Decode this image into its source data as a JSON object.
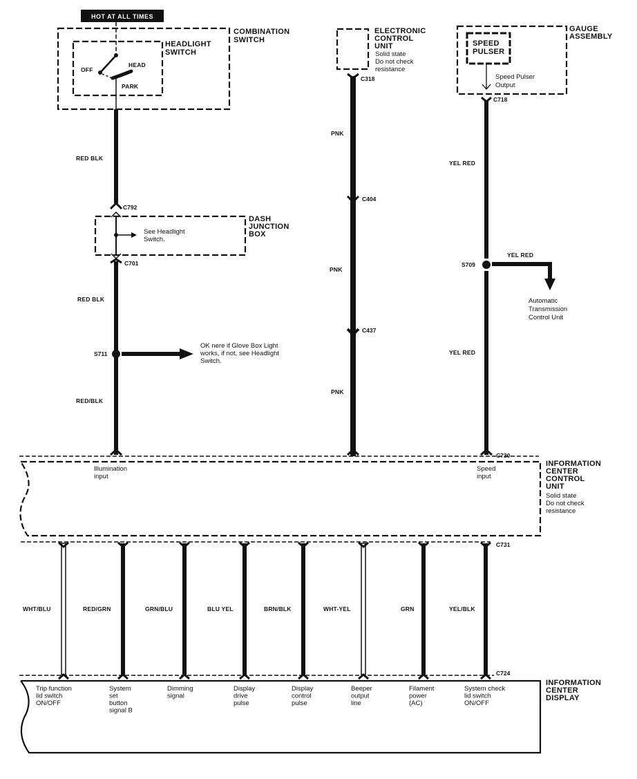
{
  "title_banner": "HOT AT ALL TIMES",
  "components": {
    "combination_switch": {
      "name_line1": "COMBINATION",
      "name_line2": "SWITCH"
    },
    "headlight_switch": {
      "name_line1": "HEADLIGHT",
      "name_line2": "SWITCH",
      "pos_off": "OFF",
      "pos_head": "HEAD",
      "pos_park": "PARK"
    },
    "ecu": {
      "name_line1": "ELECTRONIC",
      "name_line2": "CONTROL",
      "name_line3": "UNIT",
      "note1": "Solid state",
      "note2": "Do not check",
      "note3": "resistance"
    },
    "gauge_assembly": {
      "name_line1": "GAUGE",
      "name_line2": "ASSEMBLY"
    },
    "speed_pulser": {
      "name_line1": "SPEED",
      "name_line2": "PULSER",
      "out1": "Speed Pulser",
      "out2": "Output"
    },
    "dash_junction_box": {
      "name_line1": "DASH",
      "name_line2": "JUNCTION",
      "name_line3": "BOX",
      "note1": "See Headlight",
      "note2": "Switch."
    },
    "info_center_control_unit": {
      "name_line1": "INFORMATION",
      "name_line2": "CENTER",
      "name_line3": "CONTROL",
      "name_line4": "UNIT",
      "note1": "Solid state",
      "note2": "Do not check",
      "note3": "resistance",
      "input_illum1": "Illumination",
      "input_illum2": "input",
      "input_speed1": "Speed",
      "input_speed2": "input"
    },
    "info_center_display": {
      "name_line1": "INFORMATION",
      "name_line2": "CENTER",
      "name_line3": "DISPLAY"
    },
    "atcu": {
      "line1": "Automatic",
      "line2": "Transmission",
      "line3": "Control Unit"
    }
  },
  "splices": {
    "s711": {
      "id": "S711",
      "note1": "OK nere if Glove Box Light",
      "note2": "works, if not, see Headlight",
      "note3": "Switch."
    },
    "s709": {
      "id": "S709",
      "branch_wire": "YEL RED"
    }
  },
  "connectors": {
    "c792": "C792",
    "c701": "C701",
    "c318": "C318",
    "c404": "C404",
    "c437": "C437",
    "c718": "C718",
    "c730": "C730",
    "c731": "C731",
    "c724": "C724"
  },
  "upper_wires": {
    "left": [
      "RED BLK",
      "RED BLK",
      "RED/BLK"
    ],
    "middle": [
      "PNK",
      "PNK",
      "PNK"
    ],
    "right": [
      "YEL RED",
      "YEL RED"
    ]
  },
  "lower_wires": [
    {
      "color": "WHT/BLU",
      "function": [
        "Trip function",
        "lid switch",
        "ON/OFF"
      ]
    },
    {
      "color": "RED/GRN",
      "function": [
        "System",
        "set",
        "button",
        "signal B"
      ]
    },
    {
      "color": "GRN/BLU",
      "function": [
        "Dimming",
        "signal"
      ]
    },
    {
      "color": "BLU YEL",
      "function": [
        "Display",
        "drive",
        "pulse"
      ]
    },
    {
      "color": "BRN/BLK",
      "function": [
        "Display",
        "control",
        "pulse"
      ]
    },
    {
      "color": "WHT-YEL",
      "function": [
        "Beeper",
        "output",
        "line"
      ]
    },
    {
      "color": "GRN",
      "function": [
        "Filament",
        "power",
        "(AC)"
      ]
    },
    {
      "color": "YEL/BLK",
      "function": [
        "System check",
        "lid switch",
        "ON/OFF"
      ]
    }
  ]
}
